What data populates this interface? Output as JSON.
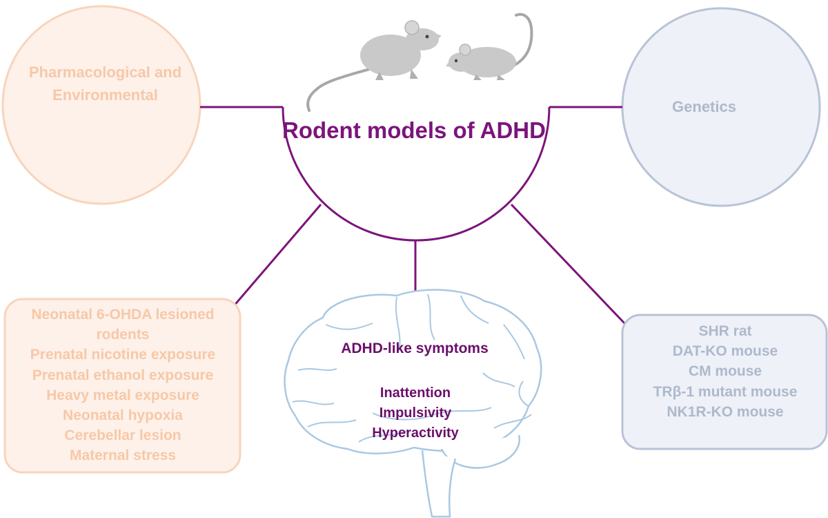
{
  "left_circle_title": "Pharmacological and Environmental",
  "right_circle_title": "Genetics",
  "center_title": "Rodent models of ADHD",
  "left_models": [
    "Neonatal 6-OHDA lesioned rodents",
    "Prenatal nicotine exposure",
    "Prenatal ethanol exposure",
    "Heavy metal exposure",
    "Neonatal hypoxia",
    "Cerebellar lesion",
    "Maternal stress"
  ],
  "right_models": [
    "SHR rat",
    "DAT-KO mouse",
    "CM mouse",
    "TRβ-1 mutant mouse",
    "NK1R-KO mouse"
  ],
  "brain_title": "ADHD-like symptoms",
  "symptoms": [
    "Inattention",
    "Impulsivity",
    "Hyperactivity"
  ],
  "colors": {
    "accent": "#7b147b",
    "pharma_border": "#f8d4bb",
    "pharma_fill": "#fdf1ea",
    "genetics_border": "#b8c3d6",
    "genetics_fill": "#eef1f7",
    "brain_outline": "#a9c8e2",
    "rodent_fur": "#c9c9c9"
  },
  "icons": [
    "rat-icon",
    "mouse-icon",
    "brain-icon"
  ]
}
